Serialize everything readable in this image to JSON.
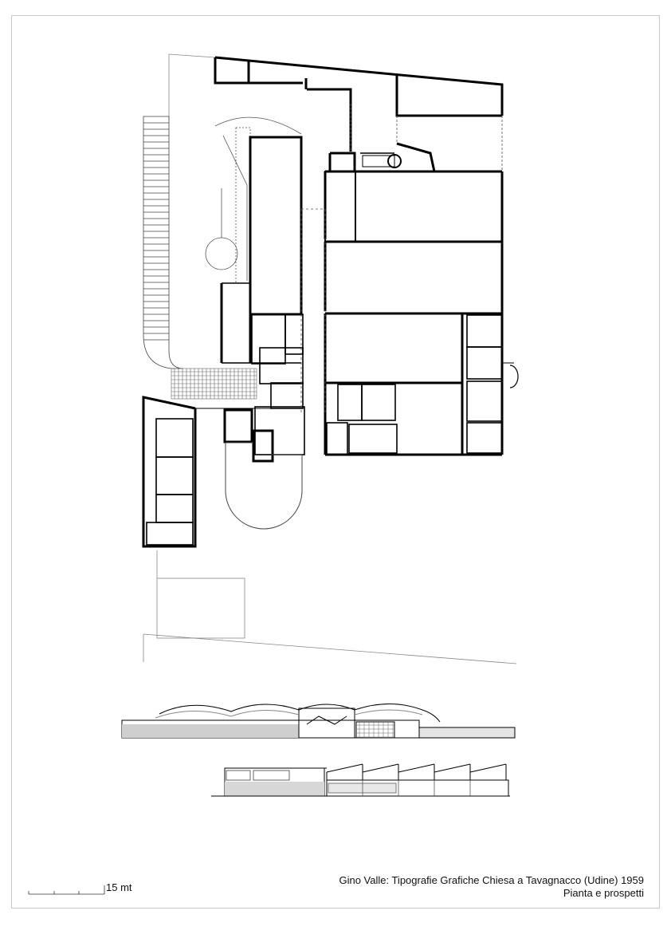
{
  "sheet": {
    "caption_title": "Gino Valle: Tipografie Grafiche Chiesa a Tavagnacco (Udine) 1959",
    "caption_subtitle": "Pianta e prospetti"
  },
  "scale_bar": {
    "label": "15 mt"
  }
}
